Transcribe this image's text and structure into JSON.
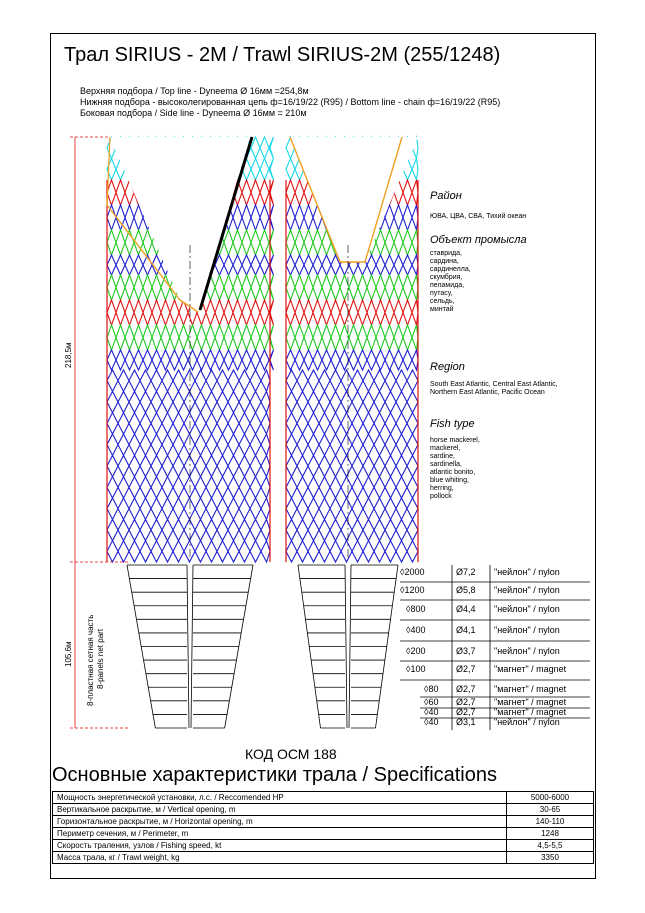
{
  "title": "Трал SIRIUS - 2M / Trawl SIRIUS-2M (255/1248)",
  "lines": [
    "Верхняя подбора / Top line - Dyneema Ø 16мм =254,8м",
    "Нижняя подбора - высоколегированная цепь ф=16/19/22 (R95) / Bottom line -  chain ф=16/19/22 (R95)",
    "Боковая подбора / Side line - Dyneema Ø 16мм = 210м"
  ],
  "dims": {
    "upper": "218,5м",
    "lower": "105,6м",
    "panels_ru": "8-пластная сетная часть",
    "panels_en": "8-panels net part"
  },
  "info": {
    "region_ru_label": "Район",
    "region_ru": "ЮВА, ЦВА, СВА, Тихий океан",
    "fish_ru_label": "Объект промысла",
    "fish_ru": [
      "ставрида,",
      "сардина,",
      "сардинелла,",
      "скумбрия,",
      "пеламида,",
      "путасу,",
      "сельдь,",
      "минтай"
    ],
    "region_en_label": "Region",
    "region_en": [
      "South East Atlantic, Central East Atlantic,",
      "Northern East Atlantic, Pacific Ocean"
    ],
    "fish_en_label": "Fish type",
    "fish_en": [
      "horse mackerel,",
      "mackerel,",
      "sardine,",
      "sardinella,",
      "atlantic bonito,",
      "blue whiting,",
      "herring,",
      "pollock"
    ]
  },
  "mesh_table": [
    {
      "mesh": "◊2000",
      "dia": "Ø7,2",
      "mat": "\"нейлон\" / nylon"
    },
    {
      "mesh": "◊1200",
      "dia": "Ø5,8",
      "mat": "\"нейлон\" / nylon"
    },
    {
      "mesh": "◊800",
      "dia": "Ø4,4",
      "mat": "\"нейлон\" / nylon"
    },
    {
      "mesh": "◊400",
      "dia": "Ø4,1",
      "mat": "\"нейлон\" / nylon"
    },
    {
      "mesh": "◊200",
      "dia": "Ø3,7",
      "mat": "\"нейлон\" / nylon"
    },
    {
      "mesh": "◊100",
      "dia": "Ø2,7",
      "mat": "\"магнет\" / magnet"
    },
    {
      "mesh": "◊80",
      "dia": "Ø2,7",
      "mat": "\"магнет\" / magnet"
    },
    {
      "mesh": "◊60",
      "dia": "Ø2,7",
      "mat": "\"магнет\" / magnet"
    },
    {
      "mesh": "◊40",
      "dia": "Ø2,7",
      "mat": "\"магнет\" / magnet"
    },
    {
      "mesh": "◊40",
      "dia": "Ø3,1",
      "mat": "\"нейлон\" / nylon"
    }
  ],
  "code": "КОД ОСМ 188",
  "spec_title": "Основные характеристики трала / Specifications",
  "specs": [
    {
      "label": "Мощность энергетической установки, л.с. / Reccomended HP",
      "value": "5000-6000"
    },
    {
      "label": "Вертикальное раскрытие, м / Vertical opening, m",
      "value": "30-65"
    },
    {
      "label": "Горизонтальное раскрытие, м / Horizontal opening, m",
      "value": "140-110"
    },
    {
      "label": "Периметр сечения, м / Perimeter, m",
      "value": "1248"
    },
    {
      "label": "Скорость траления, узлов / Fishing speed, kt",
      "value": "4,5-5,5"
    },
    {
      "label": "Масса трала, кг / Trawl weight, kg",
      "value": "3350"
    }
  ],
  "colors": {
    "blue": "#1f1fd0",
    "green": "#1ec81e",
    "red": "#e01010",
    "cyan": "#18d8e8",
    "orange": "#f0a020"
  }
}
